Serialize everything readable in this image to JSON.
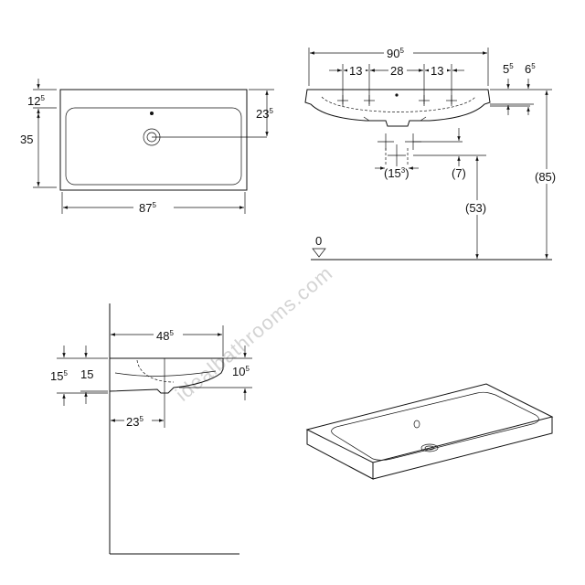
{
  "watermark": "idealbathrooms.com",
  "top_view": {
    "top_margin_main": "12",
    "top_margin_sup": "5",
    "height_left": "35",
    "width_bottom_main": "87",
    "width_bottom_sup": "5",
    "tap_offset_main": "23",
    "tap_offset_sup": "5"
  },
  "front_view": {
    "overall_width_main": "90",
    "overall_width_sup": "5",
    "spacing_left": "13",
    "spacing_mid": "28",
    "spacing_right": "13",
    "right_a_main": "5",
    "right_a_sup": "5",
    "right_b_main": "6",
    "right_b_sup": "5",
    "waste_offset_main": "(15",
    "waste_offset_sup": "3",
    "waste_offset_tail": ")",
    "waste_drop": "(7)",
    "height_waste": "(53)",
    "height_overall": "(85)",
    "floor_level": "0"
  },
  "side_view": {
    "depth_main": "48",
    "depth_sup": "5",
    "outer_height_main": "15",
    "outer_height_sup": "5",
    "inner_height": "15",
    "bowl_depth_main": "10",
    "bowl_depth_sup": "5",
    "waste_dist_main": "23",
    "waste_dist_sup": "5"
  }
}
